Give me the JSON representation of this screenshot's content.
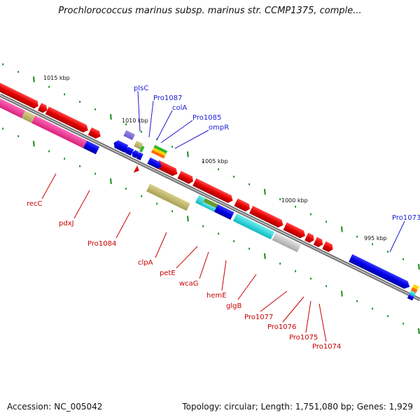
{
  "title": "Prochlorococcus marinus subsp. marinus str. CCMP1375, comple...",
  "footer": {
    "accession": "Accession: NC_005042",
    "summary": "Topology: circular; Length: 1,751,080 bp; Genes: 1,929"
  },
  "scale_labels": [
    "1015 kbp",
    "1010 kbp",
    "1005 kbp",
    "1000 kbp",
    "995 kbp"
  ],
  "gene_labels_upper": [
    "plsC",
    "Pro1087",
    "colA",
    "Pro1085",
    "ompR",
    "Pro1073"
  ],
  "gene_labels_lower": [
    "recC",
    "pdxJ",
    "Pro1084",
    "clpA",
    "petE",
    "wcaG",
    "hemE",
    "glgB",
    "Pro1077",
    "Pro1076",
    "Pro1075",
    "Pro1074"
  ],
  "colors": {
    "forward": "#e60000",
    "reverse": "#0000e6",
    "backbone": "#808080",
    "upper_label": "#1a1ad6",
    "lower_label": "#c80000",
    "tick": "#1a8a1a"
  }
}
